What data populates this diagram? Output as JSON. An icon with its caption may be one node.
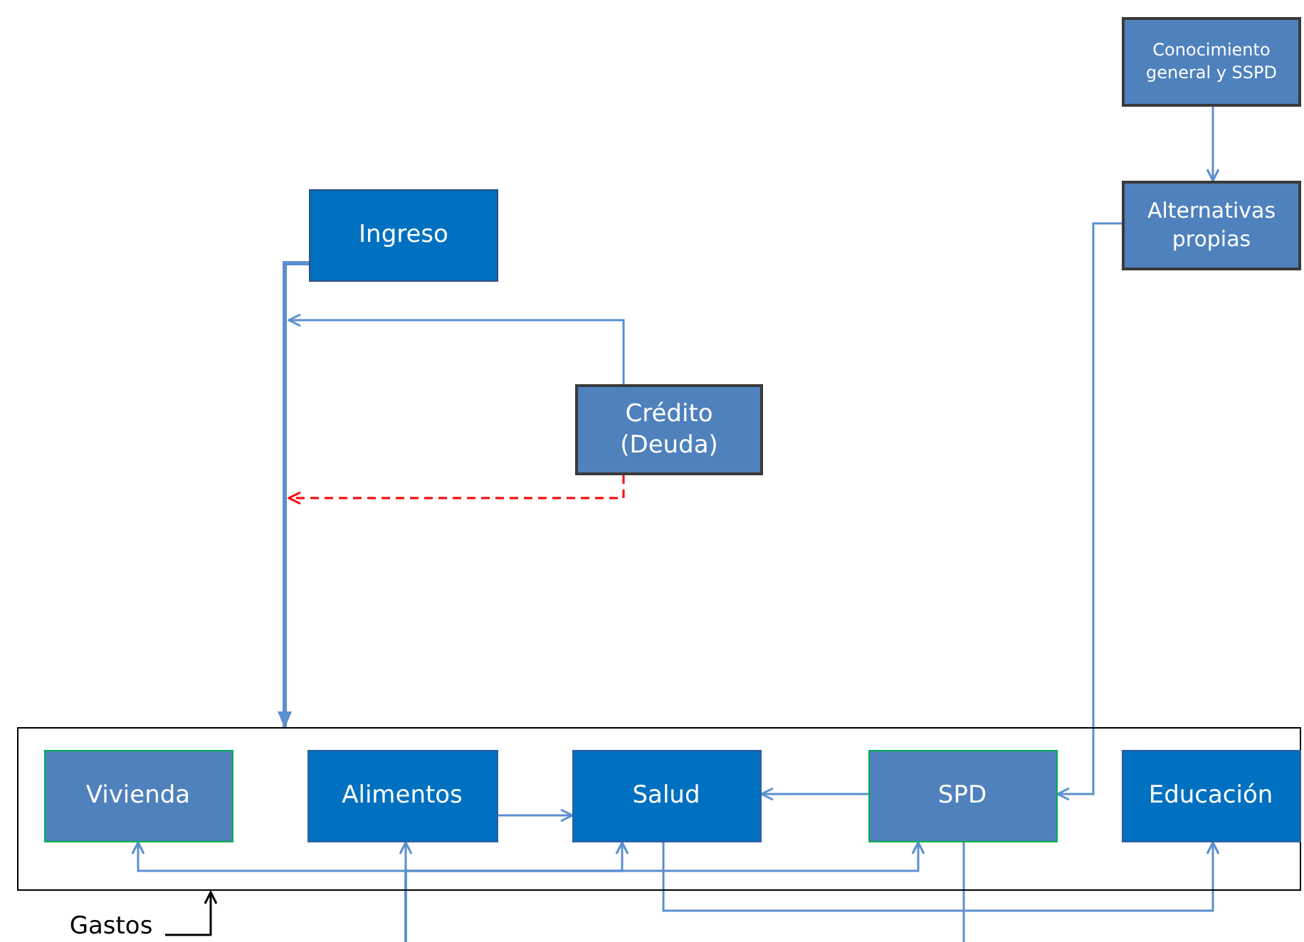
{
  "diagram": {
    "nodes": [
      {
        "text": [
          "Ingreso"
        ]
      },
      {
        "text": [
          "Crédito (Deuda)"
        ]
      },
      {
        "text": [
          "Conocimiento general y SSPD"
        ]
      },
      {
        "text": [
          "Alternativas propias"
        ]
      },
      {
        "text": [],
        "shape": "box"
      },
      {
        "text": [
          "Vivienda"
        ],
        "in": 4
      },
      {
        "text": [
          "Alimentos"
        ],
        "in": 4
      },
      {
        "text": [
          "Salud"
        ],
        "in": 4
      },
      {
        "text": [
          "SPD"
        ],
        "in": 4
      },
      {
        "text": [
          "Educación"
        ],
        "in": 4
      },
      {
        "text": [
          "Gastos"
        ]
      }
    ],
    "edges": [
      {
        "from": 0,
        "to": 4,
        "arrow": "to",
        "style": "thick"
      },
      {
        "from": 1,
        "to": null,
        "arrow": "to"
      },
      {
        "from": 1,
        "to": null,
        "arrow": "to",
        "style": "dashed",
        "color": "#ff0000"
      },
      {
        "from": 2,
        "to": 3,
        "arrow": "to"
      },
      {
        "from": 3,
        "to": 8,
        "arrow": "to"
      },
      {
        "from": 6,
        "to": 7,
        "arrow": "to"
      },
      {
        "from": 8,
        "to": 7,
        "arrow": "to"
      },
      {
        "from": null,
        "to": 6,
        "arrow": "to"
      },
      {
        "from": null,
        "to": 5,
        "arrow": "to"
      },
      {
        "from": null,
        "to": 7,
        "arrow": "to"
      },
      {
        "from": null,
        "to": 8,
        "arrow": "to"
      },
      {
        "from": 7,
        "to": 9,
        "arrow": "to"
      },
      {
        "from": 8,
        "to": null,
        "arrow": "none"
      },
      {
        "from": 10,
        "to": 4,
        "arrow": "to",
        "color": "#000000"
      }
    ]
  }
}
